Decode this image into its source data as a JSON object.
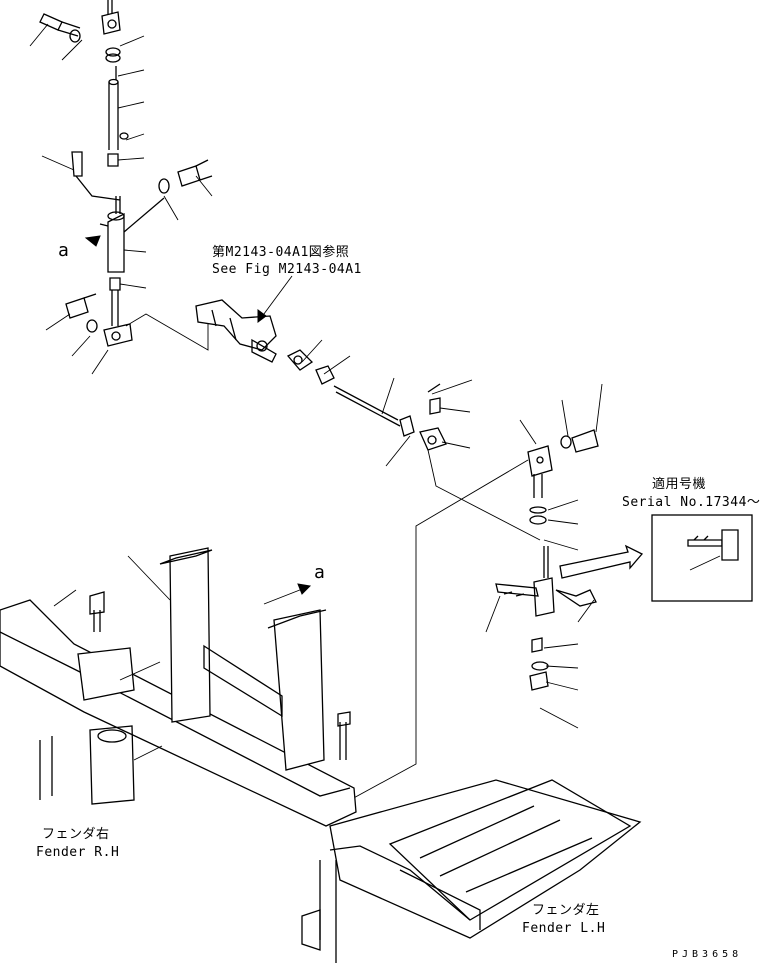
{
  "labels": {
    "ref_jp": "第M2143-04A1図参照",
    "ref_en": "See Fig M2143-04A1",
    "serial_jp": "適用号機",
    "serial_en": "Serial No.17344～",
    "fender_right_jp": "フェンダ右",
    "fender_right_en": "Fender R.H",
    "fender_left_jp": "フェンダ左",
    "fender_left_en": "Fender L.H",
    "view_marker_left": "a",
    "view_marker_frame": "a",
    "drawing_code": "PJB3658"
  }
}
